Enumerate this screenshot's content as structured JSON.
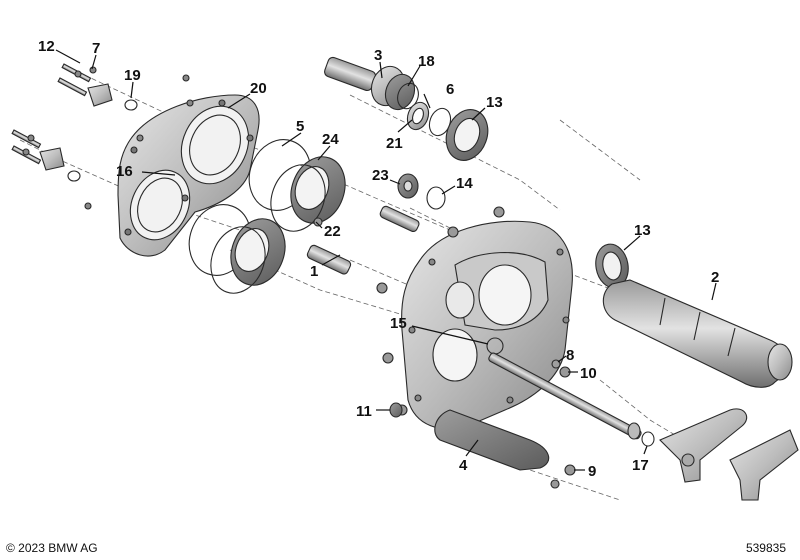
{
  "callouts": {
    "c1": "1",
    "c2": "2",
    "c3": "3",
    "c4": "4",
    "c5": "5",
    "c6": "6",
    "c7": "7",
    "c8": "8",
    "c9": "9",
    "c10": "10",
    "c11": "11",
    "c12": "12",
    "c13a": "13",
    "c13b": "13",
    "c14": "14",
    "c15": "15",
    "c16": "16",
    "c17": "17",
    "c18": "18",
    "c19": "19",
    "c20": "20",
    "c21": "21",
    "c22": "22",
    "c23": "23",
    "c24": "24"
  },
  "footer": {
    "copyright": "© 2023 BMW AG",
    "drawing_number": "539835"
  },
  "colors": {
    "metal_light": "#d4d4d4",
    "metal_mid": "#a9a9a9",
    "metal_dark": "#6e6e6e",
    "line": "#2a2a2a"
  }
}
